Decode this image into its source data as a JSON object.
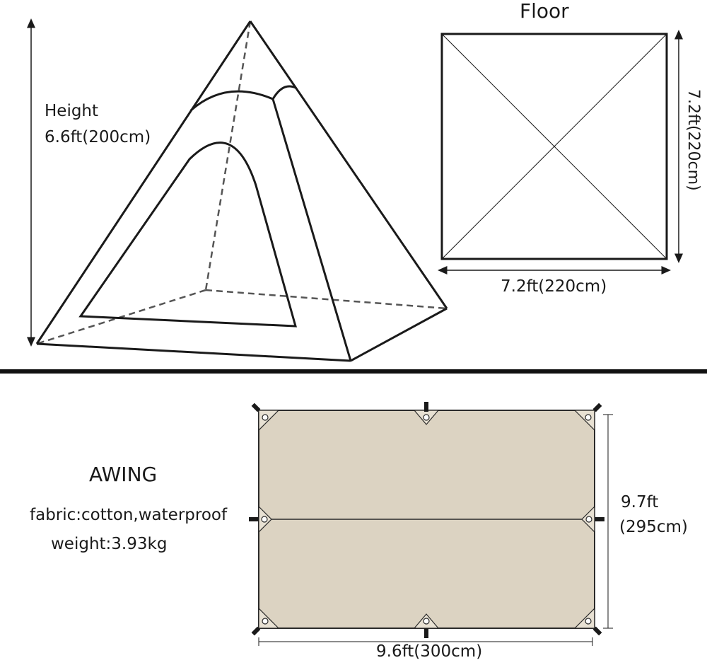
{
  "tent": {
    "height_label": "Height",
    "height_value": "6.6ft(200cm)"
  },
  "floor": {
    "title": "Floor",
    "side_label": "7.2ft(220cm)",
    "width_label": "7.2ft(220cm)"
  },
  "awning": {
    "title": "AWING",
    "fabric": "fabric:cotton,waterproof",
    "weight": "weight:3.93kg",
    "height_ft": "9.7ft",
    "height_cm": "(295cm)",
    "width_label": "9.6ft(300cm)"
  },
  "colors": {
    "awning_fill": "#dcd3c2",
    "line": "#1a1a1a",
    "dashed": "#555555"
  }
}
